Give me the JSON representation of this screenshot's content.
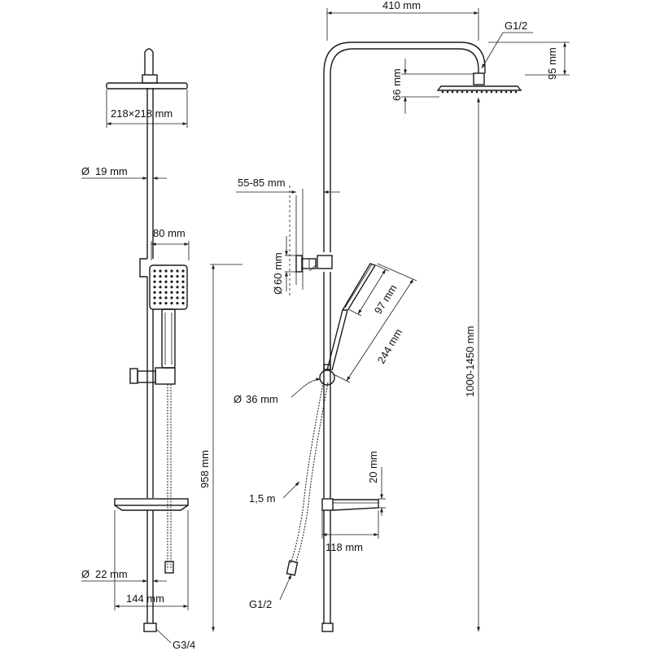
{
  "labels": {
    "head_width": "218×218 mm",
    "pipe_dia_top": "19 mm",
    "handle_width": "80 mm",
    "rail_height": "958 mm",
    "pipe_dia_bottom": "22 mm",
    "shelf_width": "144 mm",
    "inlet_thread": "G3/4",
    "arm_length": "410 mm",
    "head_thread": "G1/2",
    "drop_95": "95 mm",
    "drop_66": "66 mm",
    "wall_offset": "55-85 mm",
    "bracket_dia": "60 mm",
    "handshower_head": "97 mm",
    "handshower_length": "244 mm",
    "diverter_dia": "36 mm",
    "height_range": "1000-1450 mm",
    "shelf_thickness": "20 mm",
    "hose_length": "1,5 m",
    "shelf_depth": "118 mm",
    "hose_thread": "G1/2"
  },
  "symbols": {
    "diameter": "Ø"
  }
}
